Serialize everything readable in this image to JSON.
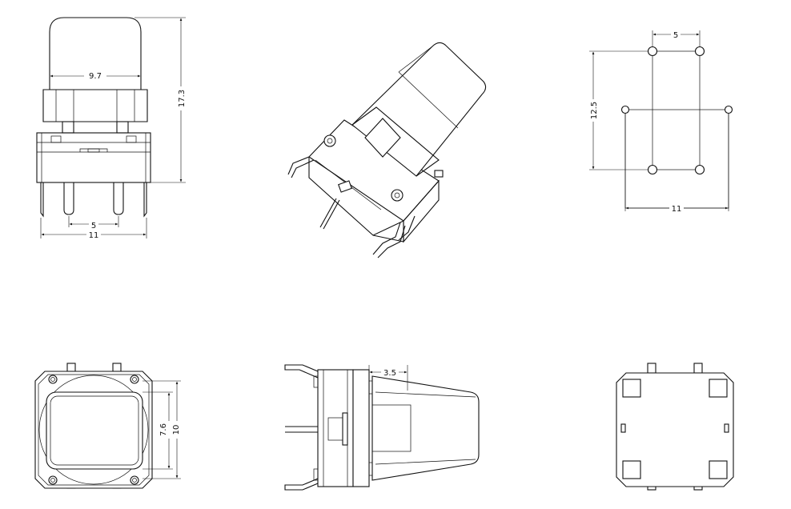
{
  "drawing": {
    "front_view": {
      "cap_width_label": "9.7",
      "total_height_label": "17.3",
      "pin_pitch_label": "5",
      "body_width_label": "11"
    },
    "hole_layout_view": {
      "pitch_x_label": "5",
      "pitch_y_label": "12.5",
      "outer_width_label": "11"
    },
    "top_view": {
      "cap_size_label": "7.6",
      "body_size_label": "10"
    },
    "side_view": {
      "cap_offset_label": "3.5"
    }
  },
  "colors": {
    "line": "#111111",
    "background": "#ffffff"
  }
}
